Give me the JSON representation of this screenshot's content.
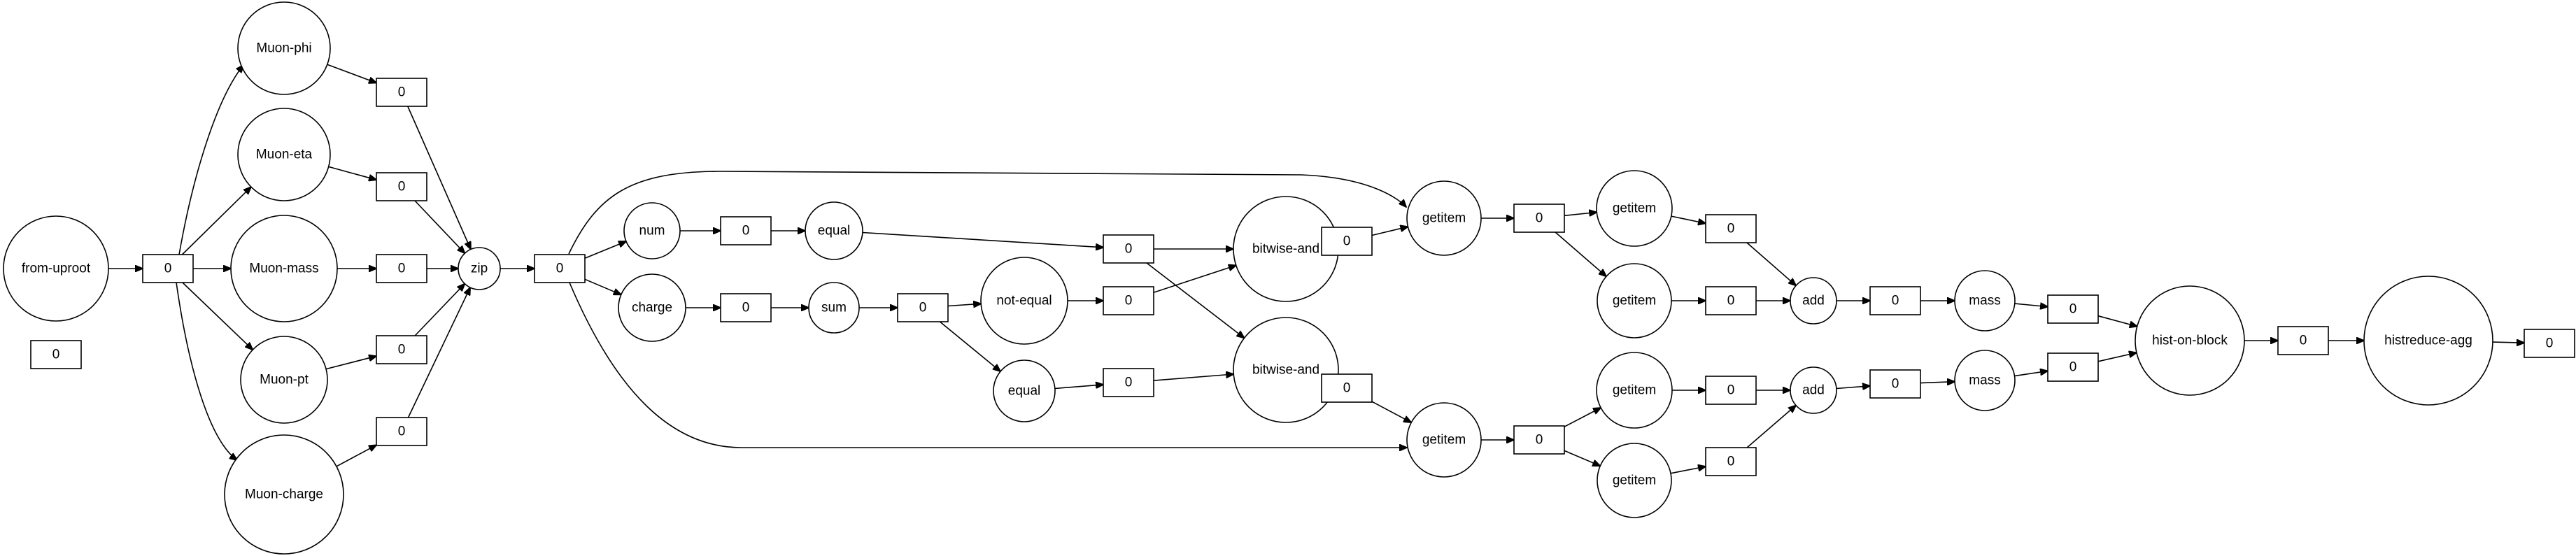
{
  "graph": {
    "nodes": [
      {
        "id": "from-uproot",
        "label": "from-uproot",
        "shape": "circle"
      },
      {
        "id": "d0",
        "label": "0",
        "shape": "box"
      },
      {
        "id": "d_free",
        "label": "0",
        "shape": "box"
      },
      {
        "id": "muon-phi",
        "label": "Muon-phi",
        "shape": "circle"
      },
      {
        "id": "muon-eta",
        "label": "Muon-eta",
        "shape": "circle"
      },
      {
        "id": "muon-mass",
        "label": "Muon-mass",
        "shape": "circle"
      },
      {
        "id": "muon-pt",
        "label": "Muon-pt",
        "shape": "circle"
      },
      {
        "id": "muon-charge",
        "label": "Muon-charge",
        "shape": "circle"
      },
      {
        "id": "d_phi",
        "label": "0",
        "shape": "box"
      },
      {
        "id": "d_eta",
        "label": "0",
        "shape": "box"
      },
      {
        "id": "d_mass",
        "label": "0",
        "shape": "box"
      },
      {
        "id": "d_pt",
        "label": "0",
        "shape": "box"
      },
      {
        "id": "d_charge",
        "label": "0",
        "shape": "box"
      },
      {
        "id": "zip",
        "label": "zip",
        "shape": "circle"
      },
      {
        "id": "d_zip",
        "label": "0",
        "shape": "box"
      },
      {
        "id": "num",
        "label": "num",
        "shape": "circle"
      },
      {
        "id": "d_num",
        "label": "0",
        "shape": "box"
      },
      {
        "id": "equal1",
        "label": "equal",
        "shape": "circle"
      },
      {
        "id": "d_equal1",
        "label": "0",
        "shape": "box"
      },
      {
        "id": "charge",
        "label": "charge",
        "shape": "circle"
      },
      {
        "id": "d_chg",
        "label": "0",
        "shape": "box"
      },
      {
        "id": "sum",
        "label": "sum",
        "shape": "circle"
      },
      {
        "id": "d_sum",
        "label": "0",
        "shape": "box"
      },
      {
        "id": "not-equal",
        "label": "not-equal",
        "shape": "circle"
      },
      {
        "id": "d_ne",
        "label": "0",
        "shape": "box"
      },
      {
        "id": "equal2",
        "label": "equal",
        "shape": "circle"
      },
      {
        "id": "d_eq2",
        "label": "0",
        "shape": "box"
      },
      {
        "id": "bitwise-and1",
        "label": "bitwise-and",
        "shape": "circle"
      },
      {
        "id": "d_ba1",
        "label": "0",
        "shape": "box"
      },
      {
        "id": "bitwise-and2",
        "label": "bitwise-and",
        "shape": "circle"
      },
      {
        "id": "d_ba2",
        "label": "0",
        "shape": "box"
      },
      {
        "id": "getitem1",
        "label": "getitem",
        "shape": "circle"
      },
      {
        "id": "d_gi1",
        "label": "0",
        "shape": "box"
      },
      {
        "id": "getitem2",
        "label": "getitem",
        "shape": "circle"
      },
      {
        "id": "d_gi2",
        "label": "0",
        "shape": "box"
      },
      {
        "id": "getitem1a",
        "label": "getitem",
        "shape": "circle"
      },
      {
        "id": "d_gi1a",
        "label": "0",
        "shape": "box"
      },
      {
        "id": "getitem1b",
        "label": "getitem",
        "shape": "circle"
      },
      {
        "id": "d_gi1b",
        "label": "0",
        "shape": "box"
      },
      {
        "id": "getitem2a",
        "label": "getitem",
        "shape": "circle"
      },
      {
        "id": "d_gi2a",
        "label": "0",
        "shape": "box"
      },
      {
        "id": "getitem2b",
        "label": "getitem",
        "shape": "circle"
      },
      {
        "id": "d_gi2b",
        "label": "0",
        "shape": "box"
      },
      {
        "id": "add1",
        "label": "add",
        "shape": "circle"
      },
      {
        "id": "d_add1",
        "label": "0",
        "shape": "box"
      },
      {
        "id": "add2",
        "label": "add",
        "shape": "circle"
      },
      {
        "id": "d_add2",
        "label": "0",
        "shape": "box"
      },
      {
        "id": "mass1",
        "label": "mass",
        "shape": "circle"
      },
      {
        "id": "d_mass1",
        "label": "0",
        "shape": "box"
      },
      {
        "id": "mass2",
        "label": "mass",
        "shape": "circle"
      },
      {
        "id": "d_mass2",
        "label": "0",
        "shape": "box"
      },
      {
        "id": "hist-on-block",
        "label": "hist-on-block",
        "shape": "circle"
      },
      {
        "id": "d_hob",
        "label": "0",
        "shape": "box"
      },
      {
        "id": "histreduce-agg",
        "label": "histreduce-agg",
        "shape": "circle"
      },
      {
        "id": "d_hra",
        "label": "0",
        "shape": "box"
      }
    ],
    "edges": [
      [
        "from-uproot",
        "d0"
      ],
      [
        "d0",
        "muon-phi"
      ],
      [
        "d0",
        "muon-eta"
      ],
      [
        "d0",
        "muon-mass"
      ],
      [
        "d0",
        "muon-pt"
      ],
      [
        "d0",
        "muon-charge"
      ],
      [
        "muon-phi",
        "d_phi"
      ],
      [
        "muon-eta",
        "d_eta"
      ],
      [
        "muon-mass",
        "d_mass"
      ],
      [
        "muon-pt",
        "d_pt"
      ],
      [
        "muon-charge",
        "d_charge"
      ],
      [
        "d_phi",
        "zip"
      ],
      [
        "d_eta",
        "zip"
      ],
      [
        "d_mass",
        "zip"
      ],
      [
        "d_pt",
        "zip"
      ],
      [
        "d_charge",
        "zip"
      ],
      [
        "zip",
        "d_zip"
      ],
      [
        "d_zip",
        "num"
      ],
      [
        "d_zip",
        "charge"
      ],
      [
        "d_zip",
        "getitem1"
      ],
      [
        "d_zip",
        "getitem2"
      ],
      [
        "num",
        "d_num"
      ],
      [
        "d_num",
        "equal1"
      ],
      [
        "equal1",
        "d_equal1"
      ],
      [
        "charge",
        "d_chg"
      ],
      [
        "d_chg",
        "sum"
      ],
      [
        "sum",
        "d_sum"
      ],
      [
        "d_sum",
        "not-equal"
      ],
      [
        "d_sum",
        "equal2"
      ],
      [
        "not-equal",
        "d_ne"
      ],
      [
        "equal2",
        "d_eq2"
      ],
      [
        "d_equal1",
        "bitwise-and1"
      ],
      [
        "d_ne",
        "bitwise-and1"
      ],
      [
        "d_equal1",
        "bitwise-and2"
      ],
      [
        "d_eq2",
        "bitwise-and2"
      ],
      [
        "bitwise-and1",
        "d_ba1"
      ],
      [
        "bitwise-and2",
        "d_ba2"
      ],
      [
        "d_ba1",
        "getitem1"
      ],
      [
        "d_ba2",
        "getitem2"
      ],
      [
        "getitem1",
        "d_gi1"
      ],
      [
        "getitem2",
        "d_gi2"
      ],
      [
        "d_gi1",
        "getitem1a"
      ],
      [
        "d_gi1",
        "getitem1b"
      ],
      [
        "d_gi2",
        "getitem2a"
      ],
      [
        "d_gi2",
        "getitem2b"
      ],
      [
        "getitem1a",
        "d_gi1a"
      ],
      [
        "getitem1b",
        "d_gi1b"
      ],
      [
        "getitem2a",
        "d_gi2a"
      ],
      [
        "getitem2b",
        "d_gi2b"
      ],
      [
        "d_gi1a",
        "add1"
      ],
      [
        "d_gi1b",
        "add1"
      ],
      [
        "d_gi2a",
        "add2"
      ],
      [
        "d_gi2b",
        "add2"
      ],
      [
        "add1",
        "d_add1"
      ],
      [
        "add2",
        "d_add2"
      ],
      [
        "d_add1",
        "mass1"
      ],
      [
        "d_add2",
        "mass2"
      ],
      [
        "mass1",
        "d_mass1"
      ],
      [
        "mass2",
        "d_mass2"
      ],
      [
        "d_mass1",
        "hist-on-block"
      ],
      [
        "d_mass2",
        "hist-on-block"
      ],
      [
        "hist-on-block",
        "d_hob"
      ],
      [
        "d_hob",
        "histreduce-agg"
      ],
      [
        "histreduce-agg",
        "d_hra"
      ]
    ]
  }
}
